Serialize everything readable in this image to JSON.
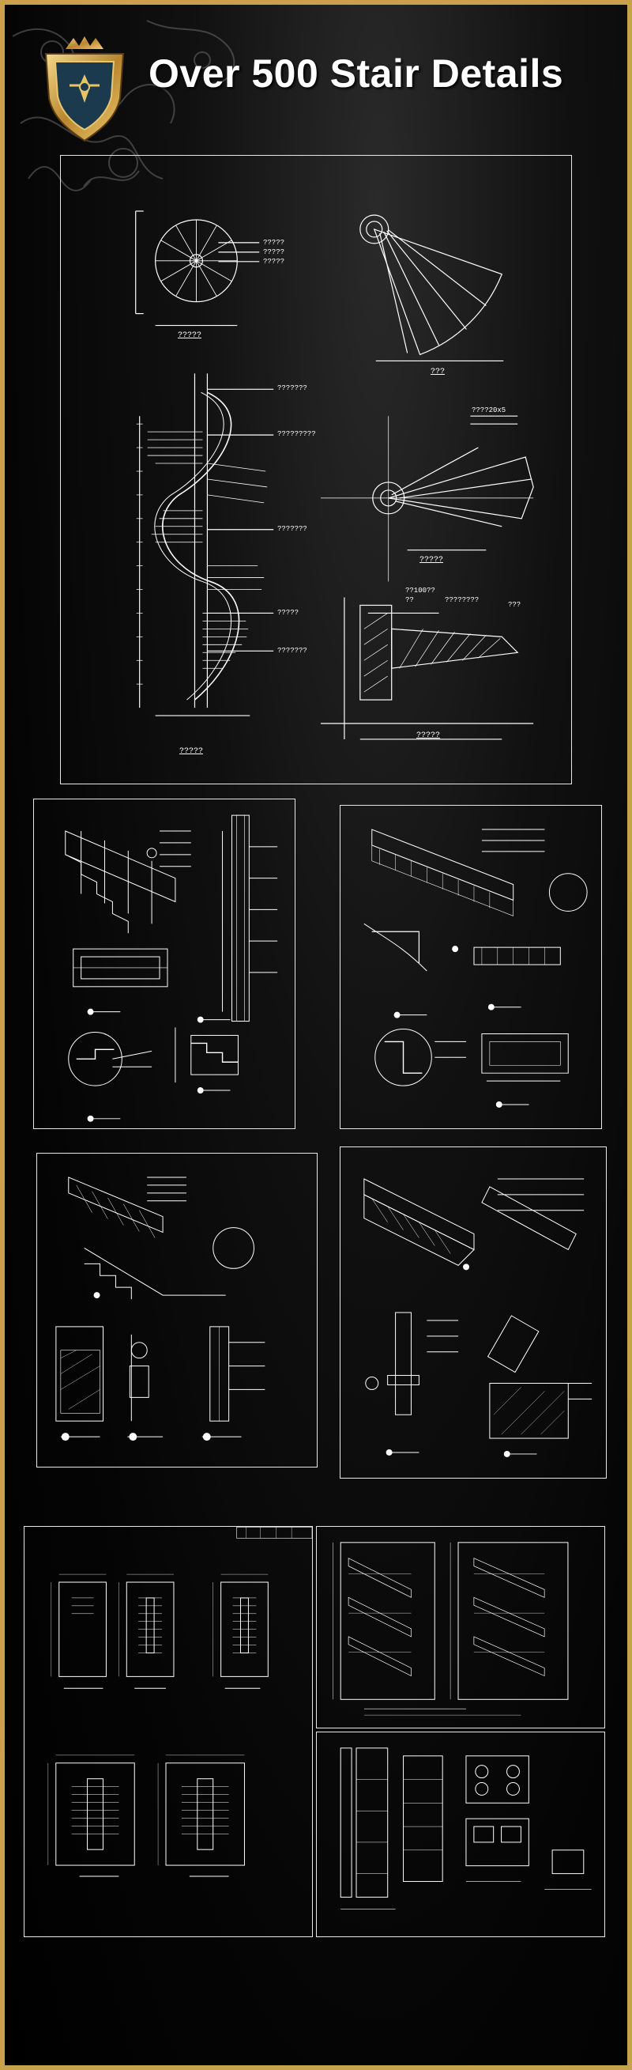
{
  "banner": {
    "title": "Over 500 Stair Details"
  },
  "sheet1": {
    "callouts_right_top": [
      "?????",
      "?????",
      "?????"
    ],
    "caption_plan_circle": "?????",
    "caption_plan_fan": "???",
    "callouts_elevation": [
      "???????",
      "?????????",
      "???????",
      "?????",
      "???????"
    ],
    "callout_dim": "????20x5",
    "caption_plan_fan2": "?????",
    "callouts_section": [
      "??100??",
      "??",
      "????????",
      "???"
    ],
    "caption_section": "?????",
    "caption_elevation": "?????"
  }
}
